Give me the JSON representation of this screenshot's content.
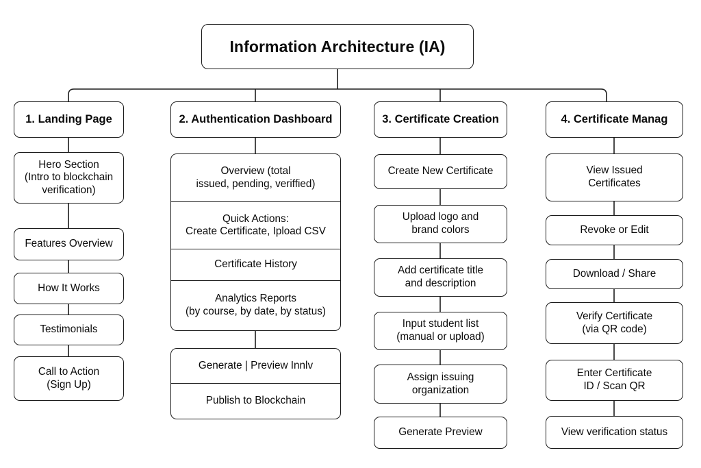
{
  "diagram": {
    "title": "Information Architecture (IA)",
    "background_color": "#ffffff",
    "line_color": "#1b1b1b",
    "text_color": "#0b0b0b",
    "type": "tree-hierarchy",
    "root": {
      "label": "Information Architecture (IA)"
    },
    "columns": [
      {
        "id": "landing-page",
        "header": "1. Landing Page",
        "groups": [
          {
            "merged": false,
            "rows": [
              "Hero Section\n(Intro to blockchain\nverification)",
              "Features Overview",
              "How It Works",
              "Testimonials",
              "Call to Action\n(Sign Up)"
            ]
          }
        ]
      },
      {
        "id": "authentication-dashboard",
        "header": "2. Authentication Dashboard",
        "groups": [
          {
            "merged": true,
            "rows": [
              "Overview (total\nissued, pending, veriffied)",
              "Quick Actions:\nCreate Certificate, Ipload CSV",
              "Certificate History",
              "Analytics Reports\n(by course, by date, by status)"
            ]
          },
          {
            "merged": true,
            "rows": [
              "Generate  |  Preview  Innlv",
              "Publish to Blockchain"
            ]
          }
        ]
      },
      {
        "id": "certificate-creation",
        "header": "3. Certificate Creation",
        "groups": [
          {
            "merged": false,
            "rows": [
              "Create New Certificate",
              "Upload logo and\nbrand colors",
              "Add certificate title\nand description",
              "Input student list\n(manual or upload)",
              "Assign issuing\norganization",
              "Generate Preview"
            ]
          }
        ]
      },
      {
        "id": "certificate-management",
        "header": "4. Certificate Manag",
        "groups": [
          {
            "merged": false,
            "rows": [
              "View Issued\nCertificates",
              "Revoke or Edit",
              "Download / Share",
              "Verify Certificate\n(via QR code)",
              "Enter Certificate\nID / Scan QR",
              "View verification status"
            ]
          }
        ]
      }
    ]
  }
}
